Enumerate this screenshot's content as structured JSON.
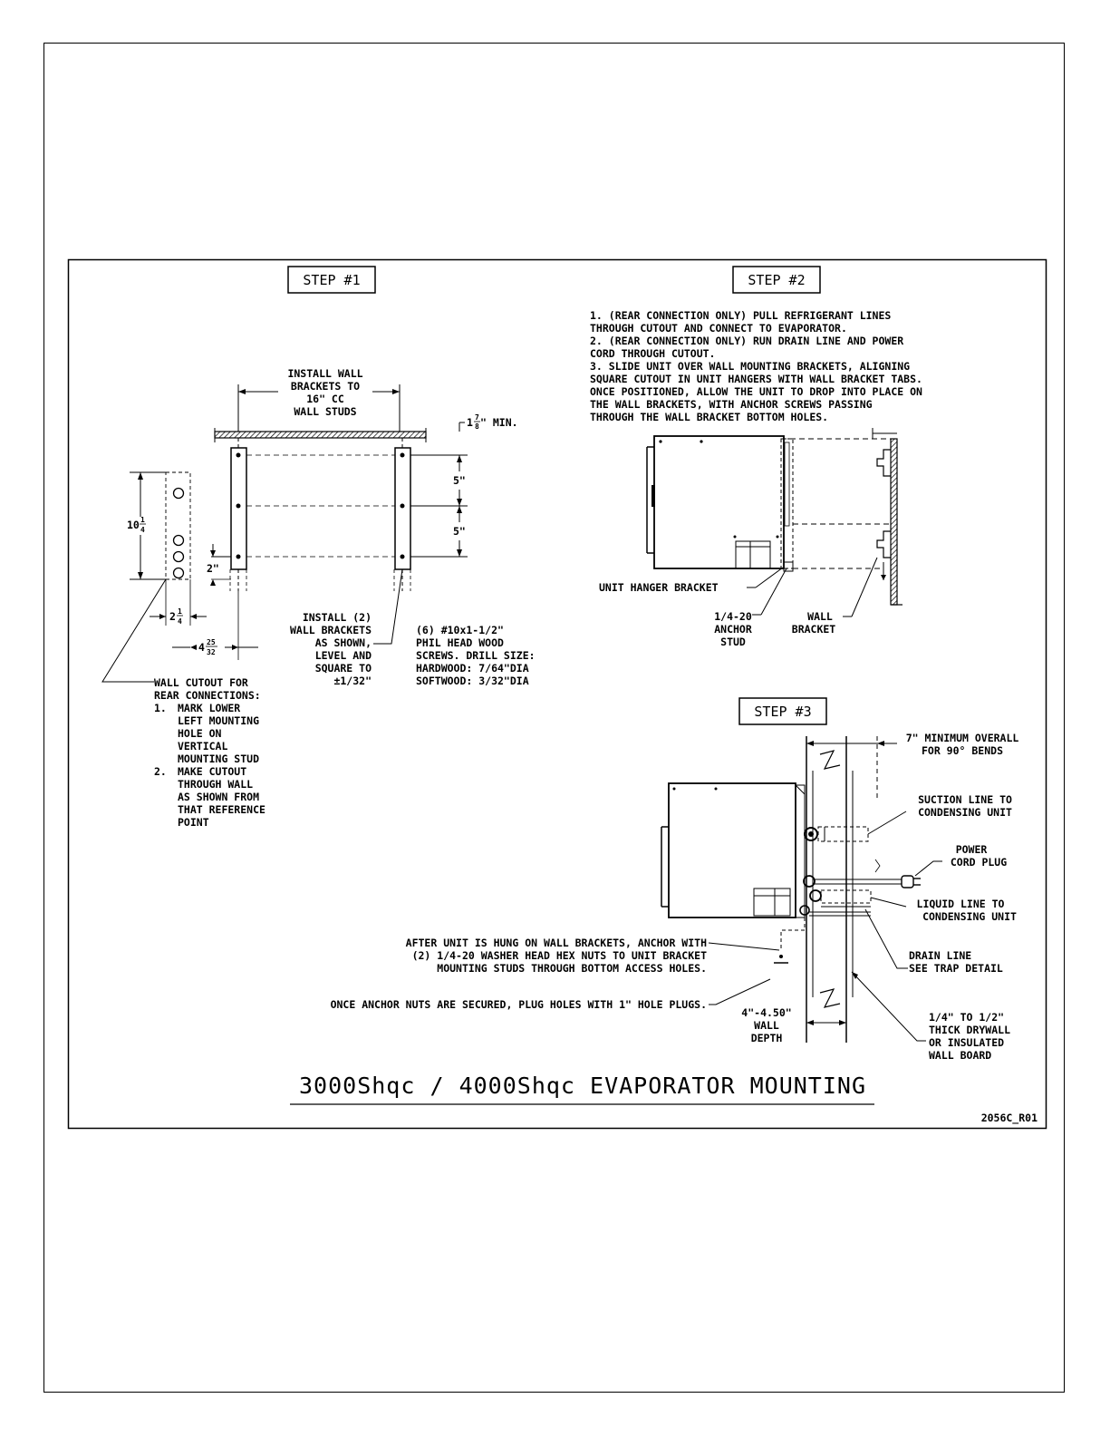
{
  "steps": {
    "step1": {
      "label": "STEP #1"
    },
    "step2": {
      "label": "STEP #2"
    },
    "step3": {
      "label": "STEP #3"
    }
  },
  "step1": {
    "install_wall_brackets": [
      "INSTALL WALL",
      "BRACKETS TO",
      "16\" CC",
      "WALL STUDS"
    ],
    "min_dim_whole": "1",
    "min_dim_num": "7",
    "min_dim_den": "8",
    "min_dim_suffix": "\" MIN.",
    "dim_5a": "5\"",
    "dim_5b": "5\"",
    "dim_10_whole": "10",
    "dim_10_num": "1",
    "dim_10_den": "4",
    "dim_2": "2\"",
    "dim_2q_whole": "2",
    "dim_2q_num": "1",
    "dim_2q_den": "4",
    "dim_4_whole": "4",
    "dim_4_num": "25",
    "dim_4_den": "32",
    "install_2_brackets": [
      "INSTALL (2)",
      "WALL BRACKETS",
      "AS SHOWN,",
      "LEVEL AND",
      "SQUARE TO",
      "±1/32\""
    ],
    "screws": [
      "(6) #10x1-1/2\"",
      "PHIL HEAD WOOD",
      "SCREWS. DRILL SIZE:",
      "HARDWOOD: 7/64\"DIA",
      "SOFTWOOD: 3/32\"DIA"
    ],
    "cutout_notes": [
      "WALL CUTOUT FOR",
      "REAR CONNECTIONS:"
    ],
    "cutout_step1_num": "1.",
    "cutout_step1": [
      "MARK LOWER",
      "LEFT MOUNTING",
      "HOLE ON",
      "VERTICAL",
      "MOUNTING STUD"
    ],
    "cutout_step2_num": "2.",
    "cutout_step2": [
      "MAKE CUTOUT",
      "THROUGH WALL",
      "AS SHOWN FROM",
      "THAT REFERENCE",
      "POINT"
    ]
  },
  "step2": {
    "instructions": [
      "1. (REAR CONNECTION ONLY) PULL REFRIGERANT LINES",
      "THROUGH CUTOUT AND CONNECT TO EVAPORATOR.",
      "2. (REAR CONNECTION ONLY) RUN DRAIN LINE AND POWER",
      "CORD THROUGH CUTOUT.",
      "3. SLIDE UNIT OVER WALL MOUNTING BRACKETS, ALIGNING",
      "SQUARE CUTOUT IN UNIT HANGERS WITH WALL BRACKET TABS.",
      "ONCE POSITIONED, ALLOW THE UNIT TO DROP INTO PLACE ON",
      "THE WALL BRACKETS, WITH ANCHOR SCREWS PASSING",
      "THROUGH THE WALL BRACKET BOTTOM HOLES."
    ],
    "unit_hanger_bracket": "UNIT HANGER BRACKET",
    "anchor_stud": [
      "1/4-20",
      "ANCHOR",
      "STUD"
    ],
    "wall_bracket": [
      "WALL",
      "BRACKET"
    ]
  },
  "step3": {
    "min_overall": [
      "7\" MINIMUM OVERALL",
      "FOR 90° BENDS"
    ],
    "suction_line": [
      "SUCTION LINE TO",
      "CONDENSING UNIT"
    ],
    "power_cord": [
      "POWER",
      "CORD PLUG"
    ],
    "liquid_line": [
      "LIQUID LINE TO",
      "CONDENSING UNIT"
    ],
    "drain_line": [
      "DRAIN LINE",
      "SEE TRAP DETAIL"
    ],
    "anchor_note": [
      "AFTER UNIT IS HUNG ON WALL BRACKETS, ANCHOR WITH",
      "(2) 1/4-20 WASHER HEAD HEX NUTS TO UNIT BRACKET",
      "MOUNTING STUDS THROUGH BOTTOM ACCESS HOLES."
    ],
    "plug_note": "ONCE ANCHOR NUTS ARE SECURED, PLUG HOLES WITH 1\" HOLE PLUGS.",
    "wall_depth": [
      "4\"-4.50\"",
      "WALL",
      "DEPTH"
    ],
    "drywall": [
      "1/4\" TO 1/2\"",
      "THICK DRYWALL",
      "OR INSULATED",
      "WALL BOARD"
    ]
  },
  "title": "3000Shqc / 4000Shqc EVAPORATOR MOUNTING",
  "drawing_number": "2056C_R01"
}
